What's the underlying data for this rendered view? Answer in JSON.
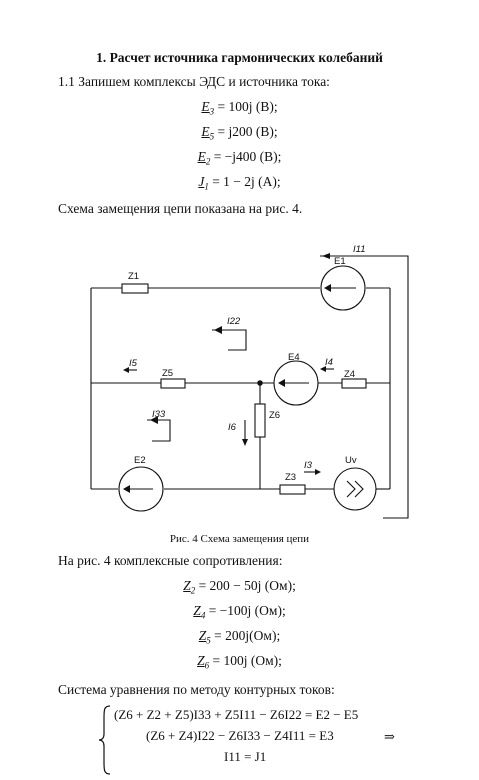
{
  "heading": "1. Расчет источника гармонических колебаний",
  "intro": "1.1 Запишем комплексы ЭДС и источника тока:",
  "sources": [
    {
      "sym": "E",
      "sub": "3",
      "rhs": "= 100j (В);"
    },
    {
      "sym": "E",
      "sub": "5",
      "rhs": "= j200 (В);"
    },
    {
      "sym": "E",
      "sub": "2",
      "rhs": "= −j400 (В);"
    },
    {
      "sym": "J",
      "sub": "1",
      "rhs": "= 1 − 2j (А);"
    }
  ],
  "scheme_text": "Схема замещения цепи показана на рис. 4.",
  "circuit": {
    "labels": {
      "I11": "I11",
      "E1": "E1",
      "Z1": "Z1",
      "I22": "I22",
      "E4": "E4",
      "I4": "I4",
      "I5": "I5",
      "Z5": "Z5",
      "Z4": "Z4",
      "Z6": "Z6",
      "I6": "I6",
      "I33": "I33",
      "E2": "E2",
      "Uv": "Uv",
      "I3": "I3",
      "Z3": "Z3"
    }
  },
  "caption": "Рис. 4 Схема замещения цепи",
  "impedance_text": "На рис. 4 комплексные сопротивления:",
  "impedances": [
    {
      "sym": "Z",
      "sub": "2",
      "rhs": "= 200 − 50j (Ом);"
    },
    {
      "sym": "Z",
      "sub": "4",
      "rhs": "= −100j (Ом);"
    },
    {
      "sym": "Z",
      "sub": "5",
      "rhs": "= 200j(Ом);"
    },
    {
      "sym": "Z",
      "sub": "6",
      "rhs": "= 100j (Ом);"
    }
  ],
  "system_text": "Система уравнения по методу контурных токов:",
  "system": [
    "(Z6 + Z2 + Z5)I33 + Z5I11 − Z6I22 = E2 − E5",
    "(Z6 + Z4)I22 − Z6I33 − Z4I11 = E3",
    "I11 = J1"
  ],
  "implies": "⇒"
}
